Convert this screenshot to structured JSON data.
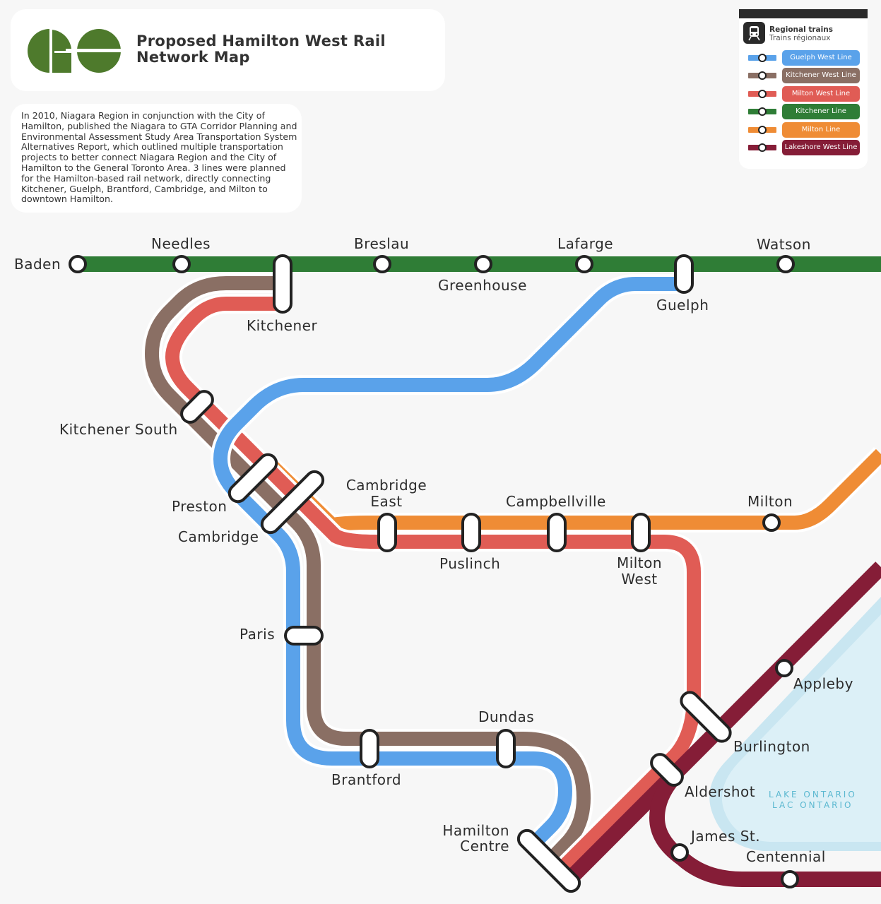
{
  "title": "Proposed Hamilton West Rail Network Map",
  "description": "In 2010, Niagara Region in conjunction with the City of Hamilton, published the Niagara to GTA Corridor Planning and Environmental Assessment Study Area Transportation System Alternatives Report, which outlined multiple transportation projects to better connect Niagara Region and the City of Hamilton to the General Toronto Area. 3 lines were planned for the Hamilton-based rail network, directly connecting Kitchener, Guelph, Brantford, Cambridge, and Milton to downtown Hamilton.",
  "legend": {
    "heading": "Regional trains",
    "subheading": "Trains régionaux",
    "icon": "train-icon",
    "lines": [
      {
        "label": "Guelph West Line",
        "color": "#5aa2ea"
      },
      {
        "label": "Kitchener West Line",
        "color": "#8a6f64"
      },
      {
        "label": "Milton West Line",
        "color": "#e05c55"
      },
      {
        "label": "Kitchener Line",
        "color": "#2f7d36"
      },
      {
        "label": "Milton Line",
        "color": "#ef8c35"
      },
      {
        "label": "Lakeshore West Line",
        "color": "#851d37"
      }
    ]
  },
  "logo_color": "#4e7a2c",
  "lake": [
    "LAKE ONTARIO",
    "LAC ONTARIO"
  ],
  "stations": {
    "baden": "Baden",
    "needles": "Needles",
    "breslau": "Breslau",
    "greenhouse": "Greenhouse",
    "lafarge": "Lafarge",
    "guelph": "Guelph",
    "watson": "Watson",
    "kitchener": "Kitchener",
    "kitchener_south": "Kitchener South",
    "preston": "Preston",
    "cambridge": "Cambridge",
    "cambridge_east": [
      "Cambridge",
      "East"
    ],
    "campbellville": "Campbellville",
    "milton": "Milton",
    "puslinch": "Puslinch",
    "milton_west": [
      "Milton",
      "West"
    ],
    "paris": "Paris",
    "brantford": "Brantford",
    "dundas": "Dundas",
    "hamilton_centre": [
      "Hamilton",
      "Centre"
    ],
    "appleby": "Appleby",
    "burlington": "Burlington",
    "aldershot": "Aldershot",
    "james_st": "James St.",
    "centennial": "Centennial"
  }
}
